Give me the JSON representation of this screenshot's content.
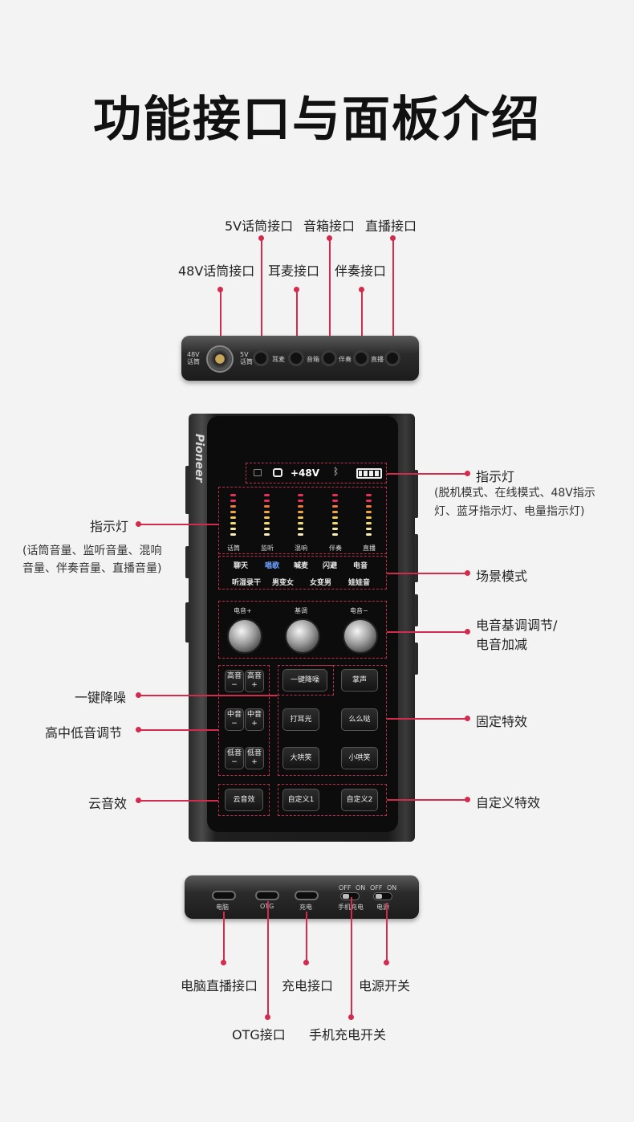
{
  "title": "功能接口与面板介绍",
  "top_callouts": [
    "5V话筒接口",
    "音箱接口",
    "直播接口",
    "48V话筒接口",
    "耳麦接口",
    "伴奏接口"
  ],
  "top_panel_labels": {
    "mic48_a": "48V",
    "mic48_b": "话筒",
    "mic5_a": "5V",
    "mic5_b": "话筒",
    "headset": "耳麦",
    "speaker": "音箱",
    "accomp": "伴奏",
    "live": "直播"
  },
  "brand": "Pioneer",
  "status_bar": {
    "phantom": "+48V"
  },
  "meter_labels": [
    "话筒",
    "监听",
    "混响",
    "伴奏",
    "直播"
  ],
  "modes_row1": [
    "聊天",
    "唱歌",
    "喊麦",
    "闪避",
    "电音"
  ],
  "modes_row2": [
    "听湿录干",
    "男变女",
    "女变男",
    "娃娃音"
  ],
  "knobs": [
    "电音+",
    "基调",
    "电音−"
  ],
  "eq_buttons": [
    {
      "a": "高音",
      "a_sign": "−",
      "b": "高音",
      "b_sign": "+"
    },
    {
      "a": "中音",
      "a_sign": "−",
      "b": "中音",
      "b_sign": "+"
    },
    {
      "a": "低音",
      "a_sign": "−",
      "b": "低音",
      "b_sign": "+"
    }
  ],
  "effect_buttons": {
    "denoise": "一键降噪",
    "applause": "掌声",
    "spotlight": "打耳光",
    "kiss": "么么哒",
    "laugh_big": "大哄笑",
    "laugh_small": "小哄笑",
    "cloud": "云音效",
    "custom1": "自定义1",
    "custom2": "自定义2"
  },
  "right_callouts": {
    "indicator": "指示灯",
    "indicator_desc1": "(脱机模式、在线模式、48V指示",
    "indicator_desc2": "灯、蓝牙指示灯、电量指示灯)",
    "scene": "场景模式",
    "knob1": "电音基调调节/",
    "knob2": "电音加减",
    "fixed": "固定特效",
    "custom": "自定义特效"
  },
  "left_callouts": {
    "indicator": "指示灯",
    "indicator_desc1": "(话筒音量、监听音量、混响",
    "indicator_desc2": "音量、伴奏音量、直播音量)",
    "denoise": "一键降噪",
    "eq": "高中低音调节",
    "cloud": "云音效"
  },
  "bottom_panel_labels": {
    "pc": "电脑",
    "otg": "OTG",
    "charge": "充电",
    "phone_charge": "手机充电",
    "power": "电源",
    "off1": "OFF",
    "on1": "ON",
    "off2": "OFF",
    "on2": "ON"
  },
  "bottom_callouts": [
    "电脑直播接口",
    "充电接口",
    "电源开关",
    "OTG接口",
    "手机充电开关"
  ],
  "colors": {
    "accent": "#d32a4d",
    "active_mode": "#6fa3ff"
  }
}
